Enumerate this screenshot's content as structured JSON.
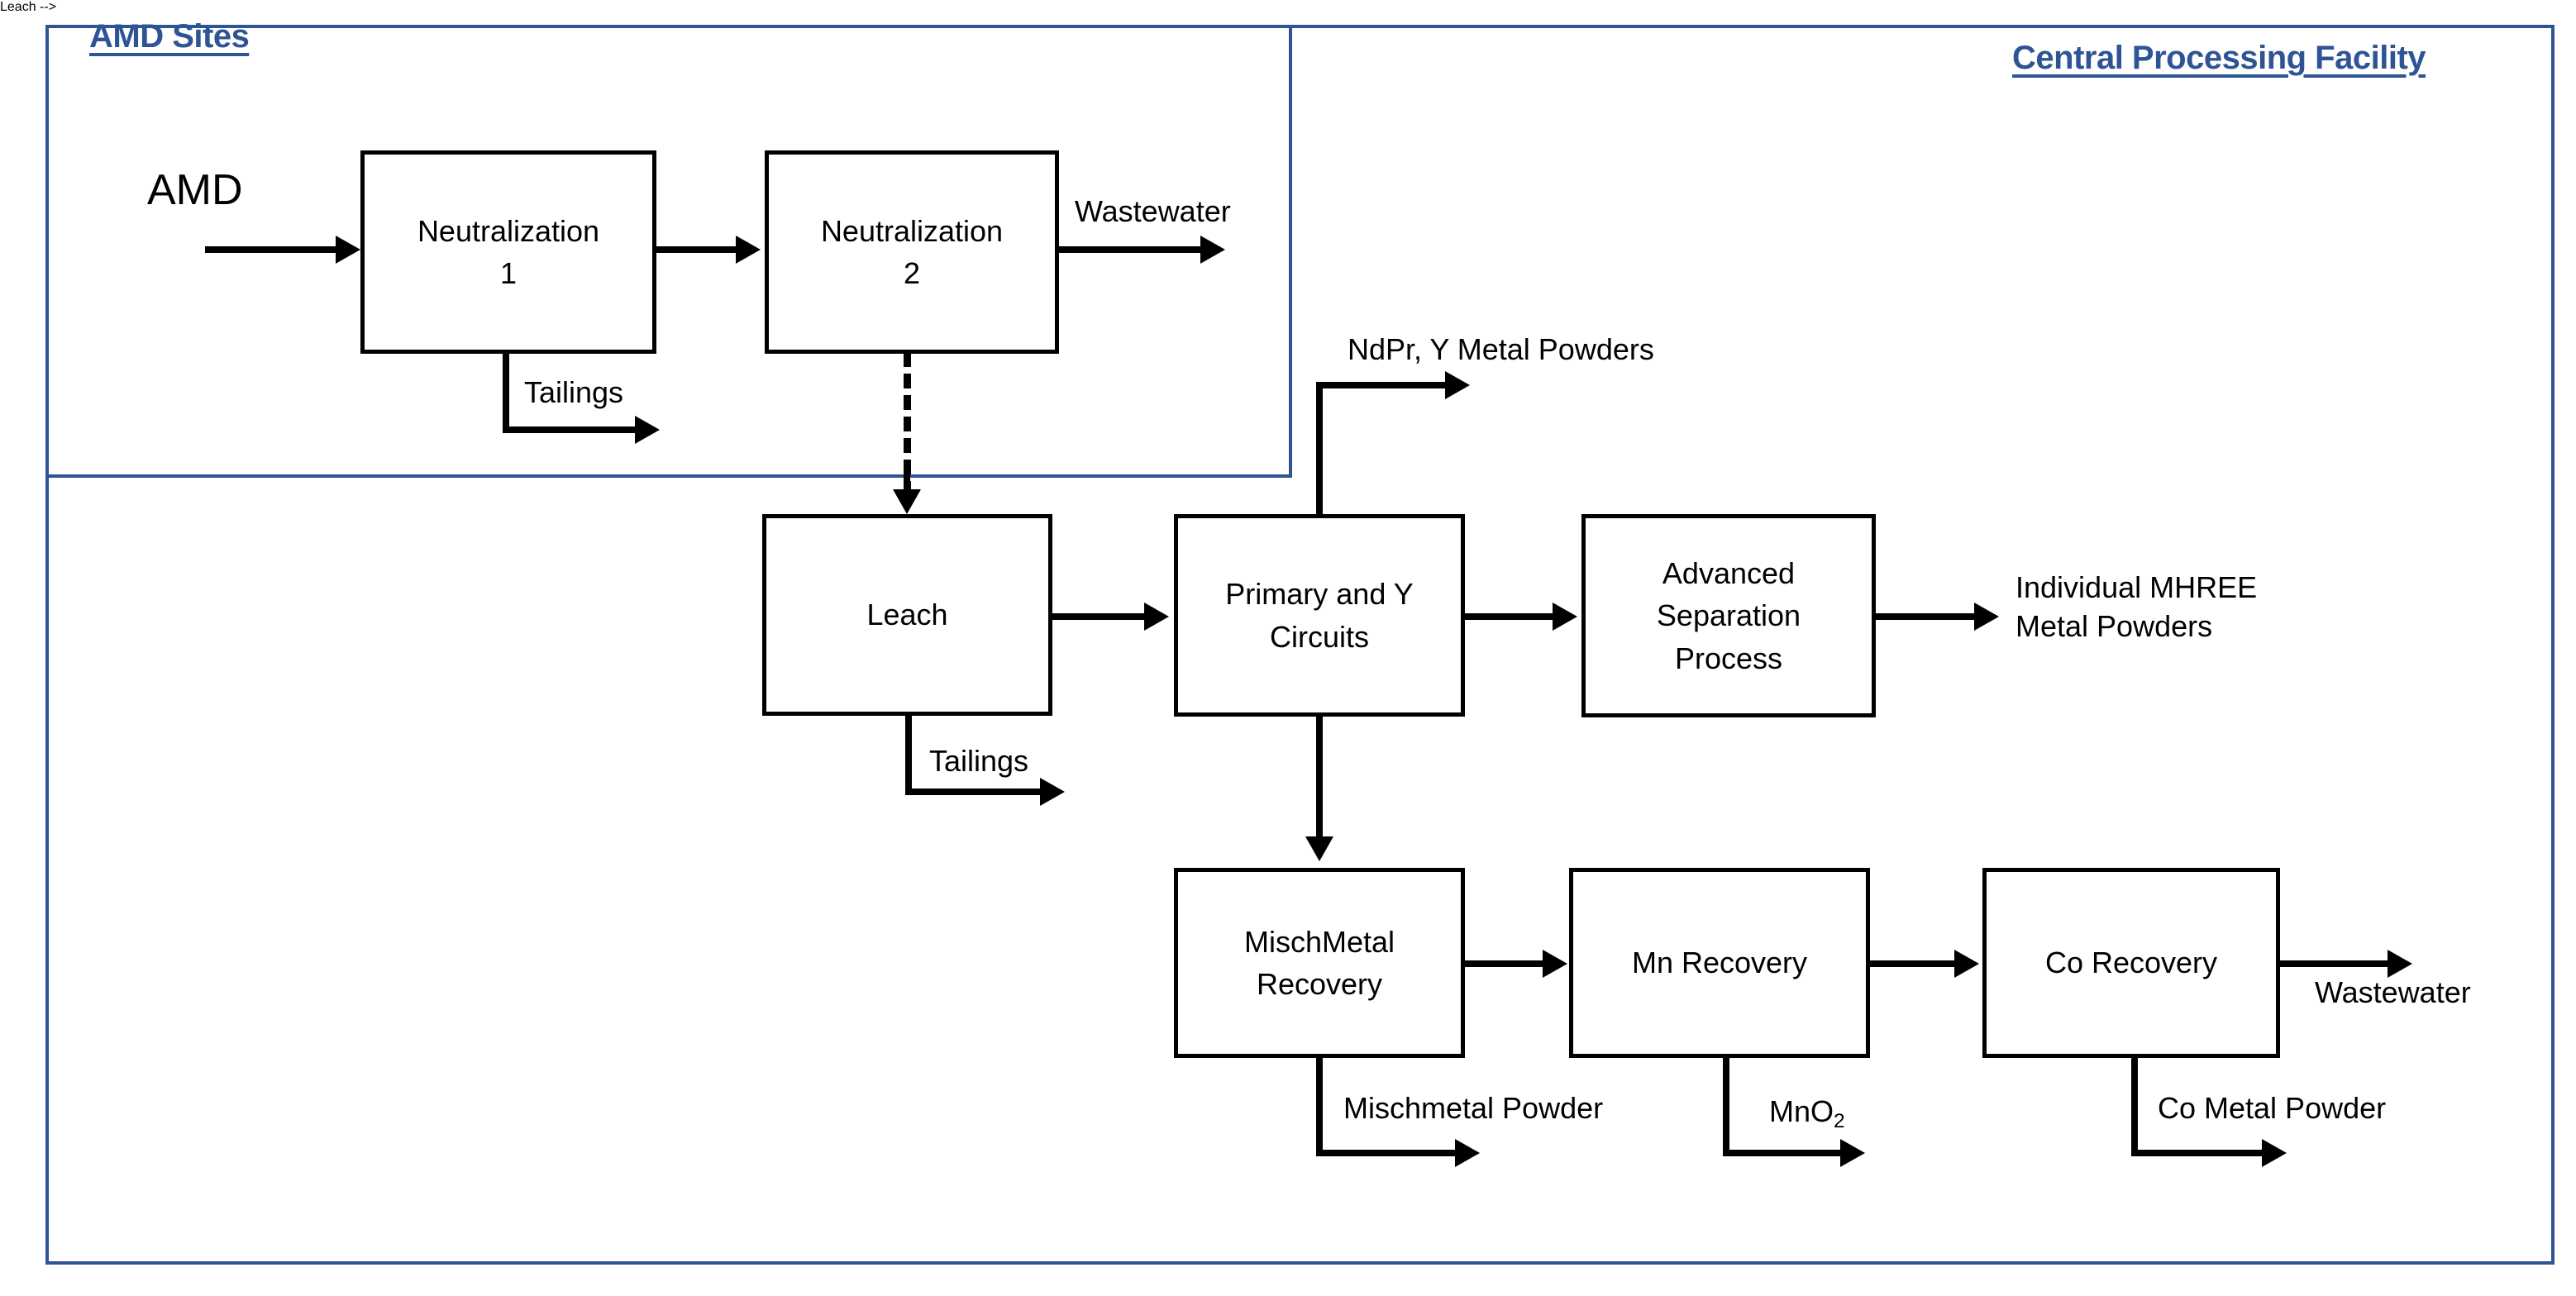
{
  "diagram": {
    "title": "Acid Mine Drainage Rare Earth Element Recovery Process Flow",
    "type": "process-flow-diagram",
    "accent_color": "#2E5496",
    "line_color": "#000000",
    "background_color": "#FFFFFF"
  },
  "zones": [
    {
      "id": "amd-sites",
      "label": "AMD Sites"
    },
    {
      "id": "central-processing-facility",
      "label": "Central Processing Facility"
    }
  ],
  "boxes": [
    {
      "id": "neutralization-1",
      "label": "Neutralization\n1"
    },
    {
      "id": "neutralization-2",
      "label": "Neutralization\n2"
    },
    {
      "id": "leach",
      "label": "Leach"
    },
    {
      "id": "primary-y-circuits",
      "label": "Primary and Y\nCircuits"
    },
    {
      "id": "advanced-separation",
      "label": "Advanced\nSeparation\nProcess"
    },
    {
      "id": "mischmetal-recovery",
      "label": "MischMetal\nRecovery"
    },
    {
      "id": "mn-recovery",
      "label": "Mn Recovery"
    },
    {
      "id": "co-recovery",
      "label": "Co Recovery"
    }
  ],
  "stream_labels": {
    "amd_feed": "AMD",
    "wastewater_neutralization": "Wastewater",
    "tailings_neutralization": "Tailings",
    "tailings_leach": "Tailings",
    "ndpr_y_powders": "NdPr, Y Metal Powders",
    "individual_mhree": "Individual MHREE\nMetal Powders",
    "mischmetal_powder": "Mischmetal Powder",
    "mno2": "MnO",
    "mno2_subscript": "2",
    "co_metal_powder": "Co Metal Powder",
    "wastewater_co": "Wastewater"
  },
  "connections": [
    {
      "from": "amd-feed",
      "to": "neutralization-1",
      "style": "solid",
      "label": "AMD"
    },
    {
      "from": "neutralization-1",
      "to": "neutralization-2",
      "style": "solid",
      "label": ""
    },
    {
      "from": "neutralization-1",
      "to": "tailings-out",
      "style": "solid",
      "label": "Tailings"
    },
    {
      "from": "neutralization-2",
      "to": "wastewater-out",
      "style": "solid",
      "label": "Wastewater"
    },
    {
      "from": "neutralization-2",
      "to": "leach",
      "style": "dashed",
      "label": ""
    },
    {
      "from": "leach",
      "to": "primary-y-circuits",
      "style": "solid",
      "label": ""
    },
    {
      "from": "leach",
      "to": "tailings-out",
      "style": "solid",
      "label": "Tailings"
    },
    {
      "from": "primary-y-circuits",
      "to": "ndpr-powders-out",
      "style": "solid",
      "label": "NdPr, Y Metal Powders"
    },
    {
      "from": "primary-y-circuits",
      "to": "advanced-separation",
      "style": "solid",
      "label": ""
    },
    {
      "from": "primary-y-circuits",
      "to": "mischmetal-recovery",
      "style": "solid",
      "label": ""
    },
    {
      "from": "advanced-separation",
      "to": "mhree-out",
      "style": "solid",
      "label": "Individual MHREE Metal Powders"
    },
    {
      "from": "mischmetal-recovery",
      "to": "mn-recovery",
      "style": "solid",
      "label": ""
    },
    {
      "from": "mischmetal-recovery",
      "to": "mischmetal-powder-out",
      "style": "solid",
      "label": "Mischmetal Powder"
    },
    {
      "from": "mn-recovery",
      "to": "co-recovery",
      "style": "solid",
      "label": ""
    },
    {
      "from": "mn-recovery",
      "to": "mno2-out",
      "style": "solid",
      "label": "MnO2"
    },
    {
      "from": "co-recovery",
      "to": "wastewater-out",
      "style": "solid",
      "label": "Wastewater"
    },
    {
      "from": "co-recovery",
      "to": "co-powder-out",
      "style": "solid",
      "label": "Co Metal Powder"
    }
  ]
}
